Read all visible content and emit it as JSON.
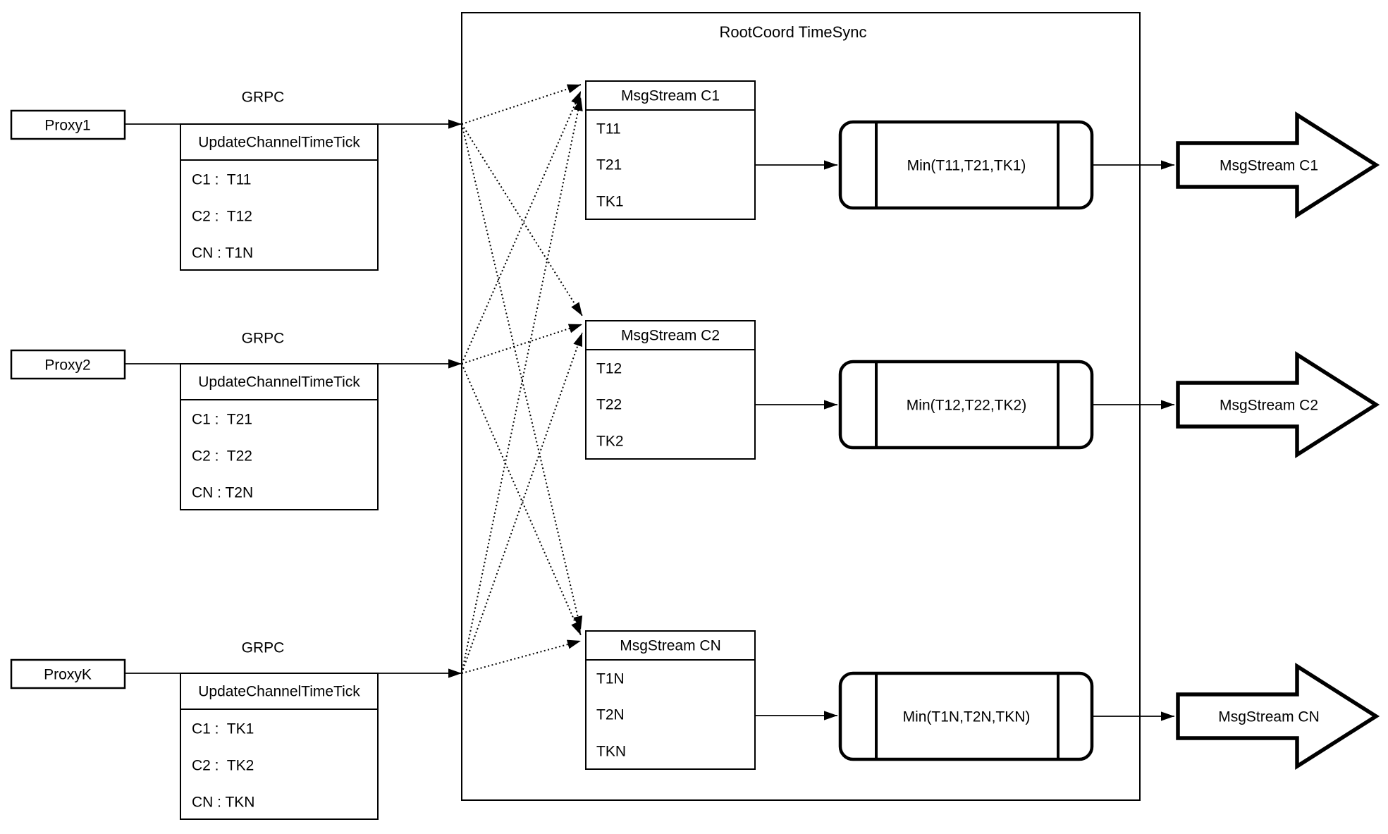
{
  "title": "RootCoord TimeSync",
  "colors": {
    "stroke": "#000000",
    "background": "#ffffff"
  },
  "rows": [
    {
      "proxy": "Proxy1",
      "grpc": "GRPC",
      "update": {
        "header": "UpdateChannelTimeTick",
        "rows": [
          "C1 :  T11",
          "C2 :  T12",
          "CN : T1N"
        ]
      },
      "stream": {
        "header": "MsgStream C1",
        "rows": [
          "T11",
          "T21",
          "TK1"
        ]
      },
      "min": "Min(T11,T21,TK1)",
      "out": "MsgStream C1"
    },
    {
      "proxy": "Proxy2",
      "grpc": "GRPC",
      "update": {
        "header": "UpdateChannelTimeTick",
        "rows": [
          "C1 :  T21",
          "C2 :  T22",
          "CN : T2N"
        ]
      },
      "stream": {
        "header": "MsgStream C2",
        "rows": [
          "T12",
          "T22",
          "TK2"
        ]
      },
      "min": "Min(T12,T22,TK2)",
      "out": "MsgStream C2"
    },
    {
      "proxy": "ProxyK",
      "grpc": "GRPC",
      "update": {
        "header": "UpdateChannelTimeTick",
        "rows": [
          "C1 :  TK1",
          "C2 :  TK2",
          "CN : TKN"
        ]
      },
      "stream": {
        "header": "MsgStream CN",
        "rows": [
          "T1N",
          "T2N",
          "TKN"
        ]
      },
      "min": "Min(T1N,T2N,TKN)",
      "out": "MsgStream CN"
    }
  ]
}
